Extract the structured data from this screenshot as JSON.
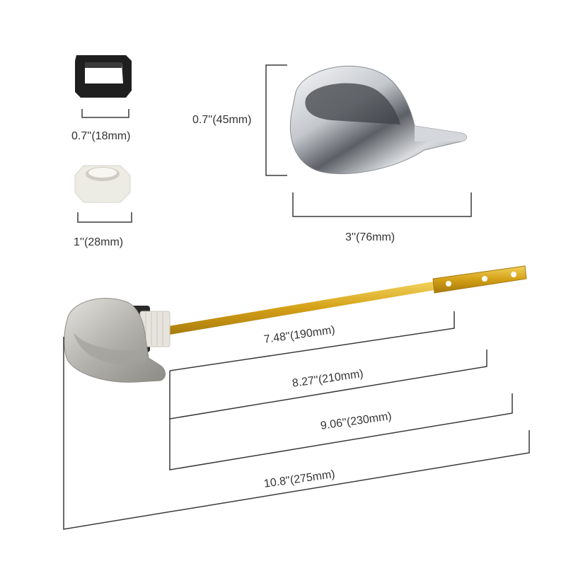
{
  "labels": {
    "gasket": "0.7''(18mm)",
    "nut": "1''(28mm)",
    "handle_height": "0.7''(45mm)",
    "handle_width": "3''(76mm)",
    "arm_190": "7.48''(190mm)",
    "arm_210": "8.27''(210mm)",
    "arm_230": "9.06''(230mm)",
    "total_275": "10.8''(275mm)"
  },
  "colors": {
    "dimension_line": "#3a3a3a",
    "brass": "#d4a017",
    "gasket": "#1f1f1f",
    "nut": "#ecebe4",
    "chrome": "#c9ccd1",
    "brushed_nickel": "#b9b7b2"
  }
}
